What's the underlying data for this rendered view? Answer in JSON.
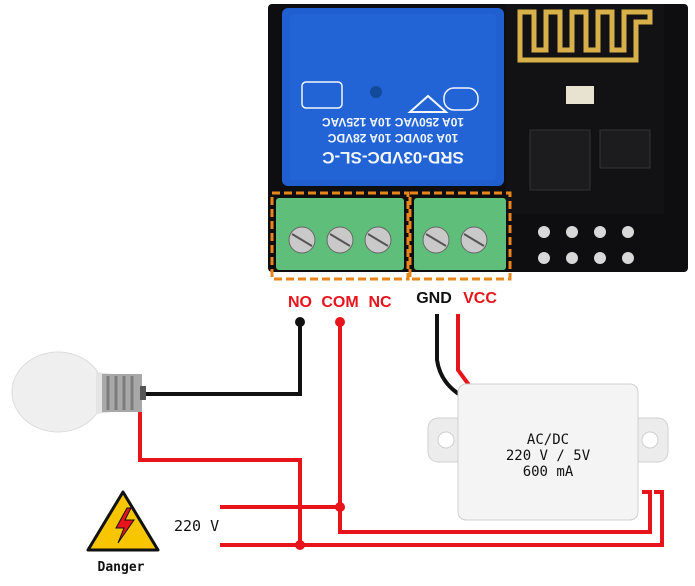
{
  "relay": {
    "model": "SRD-03VDC-SL-C",
    "rating_line1": "10A  250VAC  10A  125VAC",
    "rating_line2": "10A  30VDC  10A  28VDC"
  },
  "terminals": {
    "no": "NO",
    "com": "COM",
    "nc": "NC",
    "gnd": "GND",
    "vcc": "VCC"
  },
  "power_supply": {
    "line1": "AC/DC",
    "line2": "220 V / 5V",
    "line3": "600 mA"
  },
  "mains_label": "220 V",
  "danger_label": "Danger",
  "colors": {
    "wire_red": "#e8141b",
    "wire_black": "#111111",
    "relay_blue": "#1f5fd0",
    "terminal_green": "#5fbf7a",
    "highlight_orange": "#e8861b",
    "warning_yellow": "#f7c600"
  },
  "icons": {
    "lamp": "light-bulb-icon",
    "warning": "high-voltage-warning-icon"
  }
}
